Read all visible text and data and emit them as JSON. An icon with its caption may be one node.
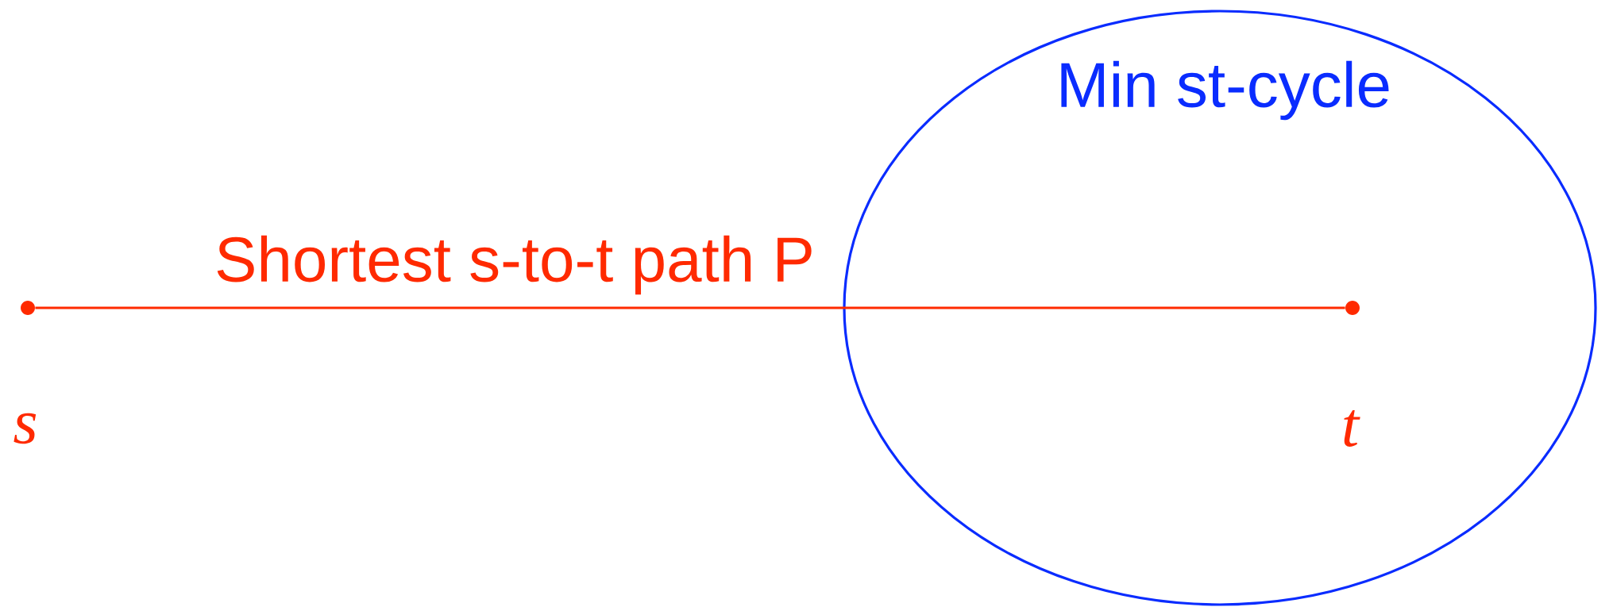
{
  "diagram": {
    "nodes": [
      {
        "text": [],
        "shape": "circle",
        "beside": [
          "s"
        ]
      },
      {
        "text": [
          "Min st-cycle"
        ]
      },
      {
        "text": [],
        "shape": "circle",
        "beside": [
          "t"
        ],
        "in": 1
      }
    ],
    "edges": [
      {
        "from": 0,
        "to": 2,
        "arrow": "none",
        "label": "Shortest s-to-t path P"
      }
    ]
  }
}
